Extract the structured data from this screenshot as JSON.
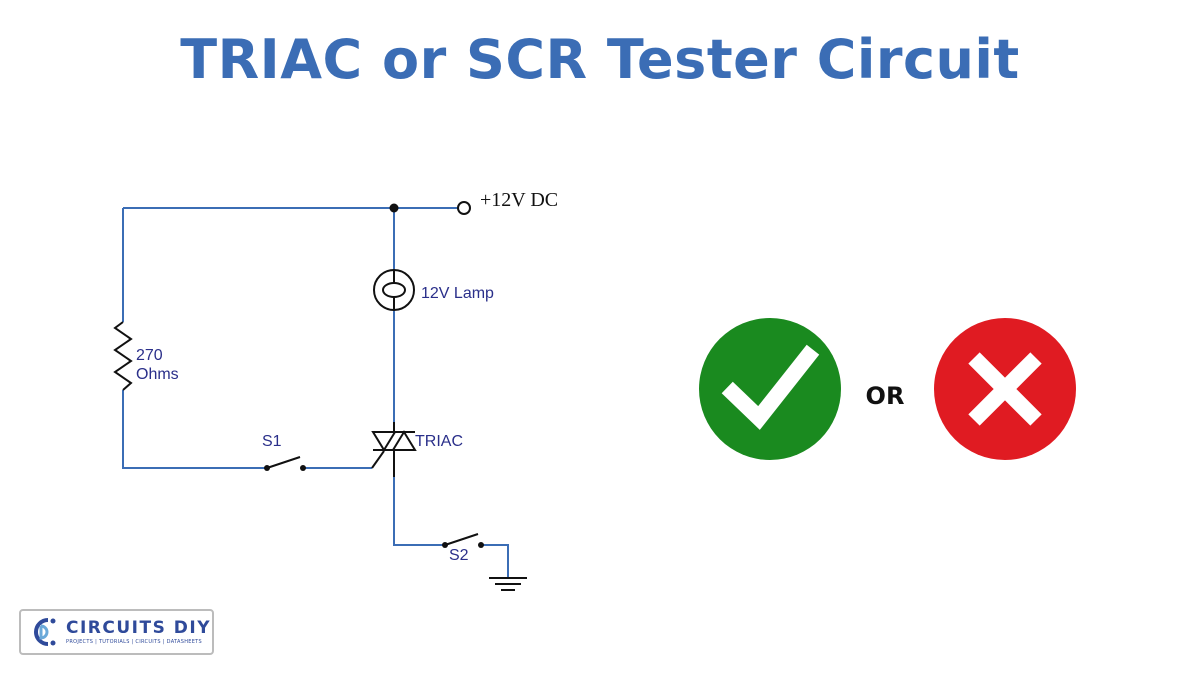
{
  "title": "TRIAC or SCR Tester Circuit",
  "colors": {
    "title": "#3b6db5",
    "wire": "#3b6db5",
    "label": "#2a2f8a",
    "pass": "#1a8a1f",
    "fail": "#e01b22"
  },
  "circuit": {
    "supply_label": "+12V DC",
    "lamp_label": "12V Lamp",
    "resistor_value": "270",
    "resistor_unit": "Ohms",
    "switch1_label": "S1",
    "switch2_label": "S2",
    "device_label": "TRIAC"
  },
  "result": {
    "pass_icon": "check-icon",
    "separator": "OR",
    "fail_icon": "cross-icon"
  },
  "logo": {
    "name": "CIRCUITS DIY",
    "tagline": "PROJECTS | TUTORIALS | CIRCUITS | DATASHEETS"
  }
}
